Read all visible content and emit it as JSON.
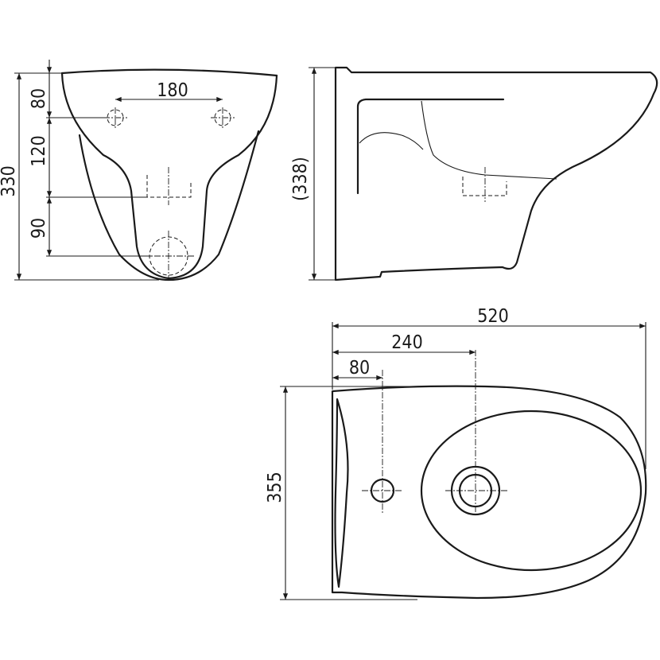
{
  "drawing": {
    "front_view": {
      "dim_hole_spacing": "180",
      "dim_top_to_holes": "80",
      "dim_holes_to_outlet": "120",
      "dim_outlet": "90",
      "dim_height": "330"
    },
    "side_view": {
      "dim_height": "(338)"
    },
    "top_view": {
      "dim_length": "520",
      "dim_to_outlet": "240",
      "dim_to_fixing": "80",
      "dim_width": "355"
    }
  }
}
